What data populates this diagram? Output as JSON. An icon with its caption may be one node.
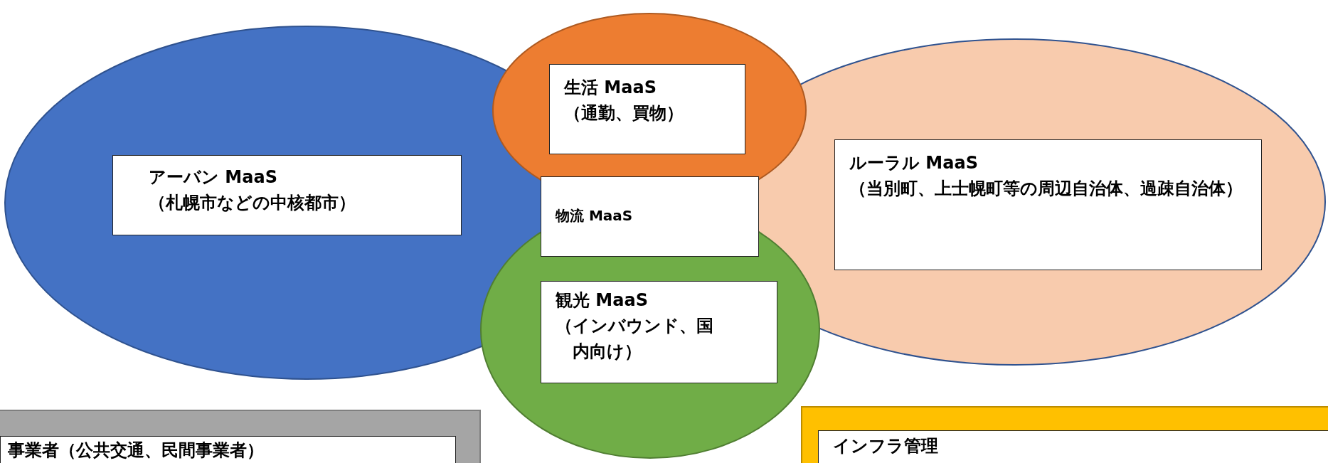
{
  "diagram": {
    "nodes": [
      {
        "text": [
          "アーバン MaaS",
          "（札幌市などの中核都市）"
        ]
      },
      {
        "text": [
          "生活 MaaS",
          "（通勤、買物）"
        ]
      },
      {
        "text": [
          "ルーラル MaaS",
          "（当別町、上士幌町等の周辺自治体、過疎自治体）"
        ]
      },
      {
        "text": [
          "物流 MaaS"
        ]
      },
      {
        "text": [
          "観光 MaaS",
          "（インバウンド、国内向け）"
        ]
      },
      {
        "text": [],
        "shape": "box"
      },
      {
        "text": [
          "事業者（公共交通、民間事業者）"
        ],
        "in": 5
      },
      {
        "text": [],
        "shape": "box"
      },
      {
        "text": [
          "インフラ管理"
        ],
        "in": 7
      }
    ]
  }
}
